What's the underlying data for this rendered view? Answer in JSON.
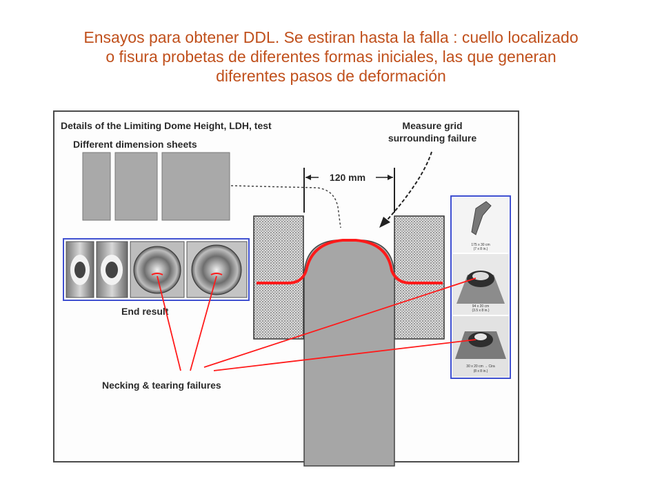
{
  "title_lines": [
    "Ensayos para obtener DDL. Se estiran hasta la falla : cuello localizado",
    "o fisura probetas de diferentes formas iniciales, las que generan",
    "diferentes pasos de deformación"
  ],
  "diagram": {
    "heading": "Details of the Limiting Dome Height, LDH, test",
    "sheets_label": "Different dimension sheets",
    "dimension": "120 mm",
    "grid_label_line1": "Measure grid",
    "grid_label_line2": "surrounding failure",
    "end_result_label": "End result",
    "failures_label": "Necking & tearing failures",
    "specimen_captions": [
      [
        "175 x 30 cm",
        "(7 x 8 in.)"
      ],
      [
        "94 x 20 cm",
        "(3.5 x 8 in.)"
      ],
      [
        "30 x 20 cm → Cira",
        "(8 x 8 in.)"
      ]
    ]
  },
  "colors": {
    "title": "#c0501c",
    "highlight": "#ff1a1a",
    "frame_blue": "#3e4fd0"
  }
}
